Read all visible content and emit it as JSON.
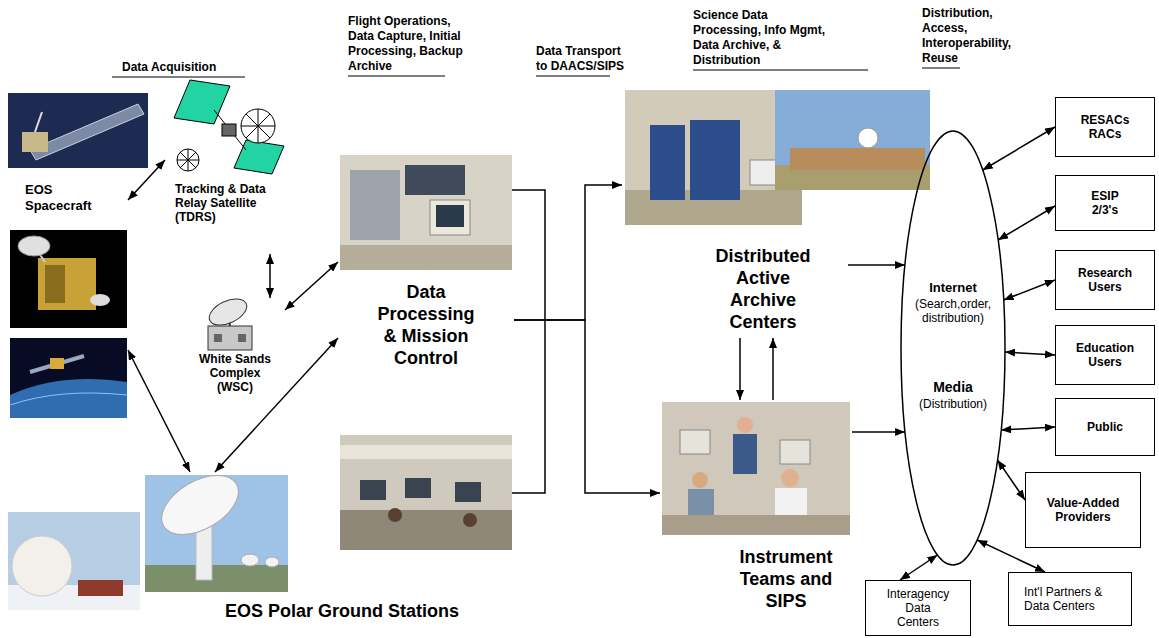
{
  "diagram": {
    "nodes": [
      {
        "text": [
          "EOS Spacecraft"
        ]
      },
      {
        "text": [
          "Tracking & Data Relay Satellite (TDRS)"
        ]
      },
      {
        "text": [
          "White Sands Complex (WSC)"
        ]
      },
      {
        "text": [
          "EOS Polar Ground Stations"
        ]
      },
      {
        "text": [
          "Data Processing & Mission Control"
        ]
      },
      {
        "text": [
          "Distributed Active Archive Centers"
        ]
      },
      {
        "text": [
          "Instrument Teams and SIPS"
        ]
      },
      {
        "text": [
          "Internet",
          "(Search,order, distribution)",
          "Media",
          "(Distribution)"
        ]
      },
      {
        "text": [
          "RESACs RACs"
        ]
      },
      {
        "text": [
          "ESIP 2/3's"
        ]
      },
      {
        "text": [
          "Research Users"
        ]
      },
      {
        "text": [
          "Education Users"
        ]
      },
      {
        "text": [
          "Public"
        ]
      },
      {
        "text": [
          "Value-Added Providers"
        ]
      },
      {
        "text": [
          "Interagency Data Centers"
        ]
      },
      {
        "text": [
          "Int'l Partners & Data Centers"
        ]
      }
    ],
    "edges": [
      {
        "from": 0,
        "to": 1,
        "arrow": "both"
      },
      {
        "from": 1,
        "to": 2,
        "arrow": "both"
      },
      {
        "from": 2,
        "to": 4,
        "arrow": "both"
      },
      {
        "from": 0,
        "to": 3,
        "arrow": "both"
      },
      {
        "from": 3,
        "to": 4,
        "arrow": "both"
      },
      {
        "from": 4,
        "to": 5,
        "arrow": "to"
      },
      {
        "from": 4,
        "to": 6,
        "arrow": "to"
      },
      {
        "from": 5,
        "to": 6,
        "arrow": "to"
      },
      {
        "from": 6,
        "to": 5,
        "arrow": "to"
      },
      {
        "from": 5,
        "to": 7,
        "arrow": "to"
      },
      {
        "from": 6,
        "to": 7,
        "arrow": "to"
      },
      {
        "from": 7,
        "to": 8,
        "arrow": "both"
      },
      {
        "from": 7,
        "to": 9,
        "arrow": "both"
      },
      {
        "from": 7,
        "to": 10,
        "arrow": "both"
      },
      {
        "from": 7,
        "to": 11,
        "arrow": "both"
      },
      {
        "from": 7,
        "to": 12,
        "arrow": "both"
      },
      {
        "from": 7,
        "to": 13,
        "arrow": "both"
      },
      {
        "from": 7,
        "to": 14,
        "arrow": "both"
      },
      {
        "from": 7,
        "to": 15,
        "arrow": "both"
      }
    ],
    "labels": [
      "Data Acquisition",
      "Flight Operations, Data Capture, Initial Processing, Backup Archive",
      "Data Transport to DAACS/SIPS",
      "Science Data Processing, Info Mgmt, Data Archive, & Distribution",
      "Distribution, Access, Interoperability, Reuse"
    ]
  }
}
